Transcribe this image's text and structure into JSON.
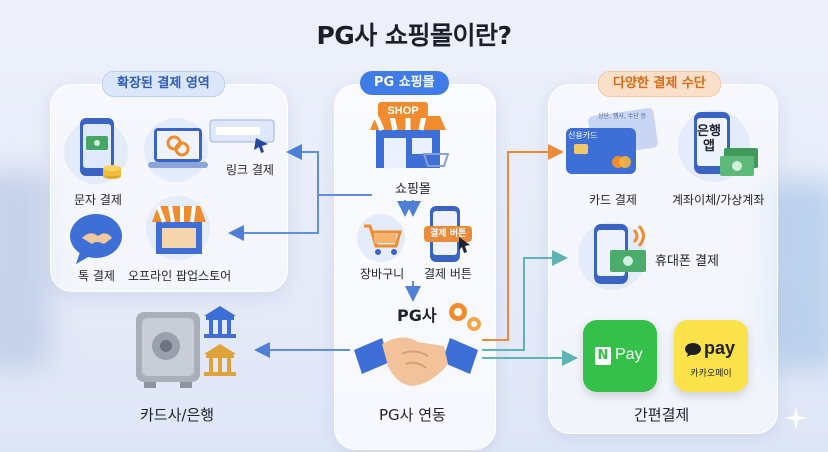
{
  "title": "PG사 쇼핑몰이란?",
  "left": {
    "pill": "확장된 결제 영역",
    "sms": "문자 결제",
    "link": "링크 결제",
    "talk": "톡 결제",
    "popup": "오프라인 팝업스토어",
    "bank": "카드사/은행"
  },
  "center": {
    "pill": "PG 쇼핑몰",
    "shop_sign": "SHOP",
    "shop": "쇼핑몰",
    "cart": "장바구니",
    "pay_btn_label": "결제 버튼",
    "pay_btn_chip": "결제 버튼",
    "pg_label": "PG사",
    "pg_link": "PG사 연동"
  },
  "right": {
    "pill": "다양한 결제 수단",
    "card_text": "신용카드",
    "card_back": "상단, 행사, 수단 등",
    "card": "카드 결제",
    "bank_app": "은행\n앱",
    "transfer": "계좌이체/가상계좌",
    "mobile": "휴대폰 결제",
    "npay_n": "N",
    "npay_text": "Pay",
    "kpay_text": "pay",
    "kpay_sub": "카카오페이",
    "easy": "간편결제"
  },
  "colors": {
    "blue": "#3f7ce8",
    "orange": "#ea8a3c",
    "teal": "#5fb4b3",
    "npay": "#35c04a",
    "kpay": "#fbe24a"
  }
}
